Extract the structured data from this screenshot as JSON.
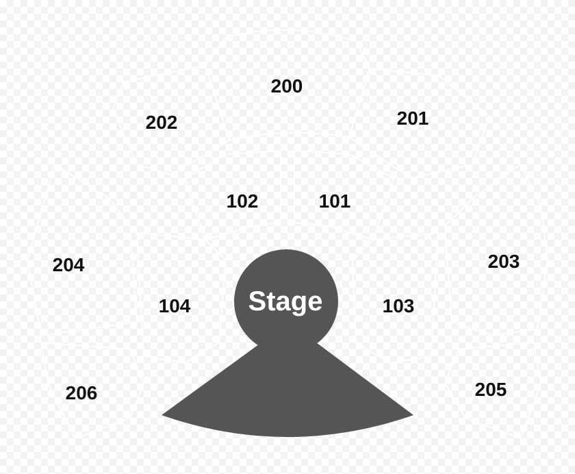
{
  "map": {
    "stage_label": "Stage",
    "stage_color": "#555555",
    "outline_color": "#ffffff",
    "label_color": "#111111",
    "sections": {
      "s200": "200",
      "s201": "201",
      "s202": "202",
      "s101": "101",
      "s102": "102",
      "s203": "203",
      "s204": "204",
      "s103": "103",
      "s104": "104",
      "s205": "205",
      "s206": "206"
    }
  }
}
